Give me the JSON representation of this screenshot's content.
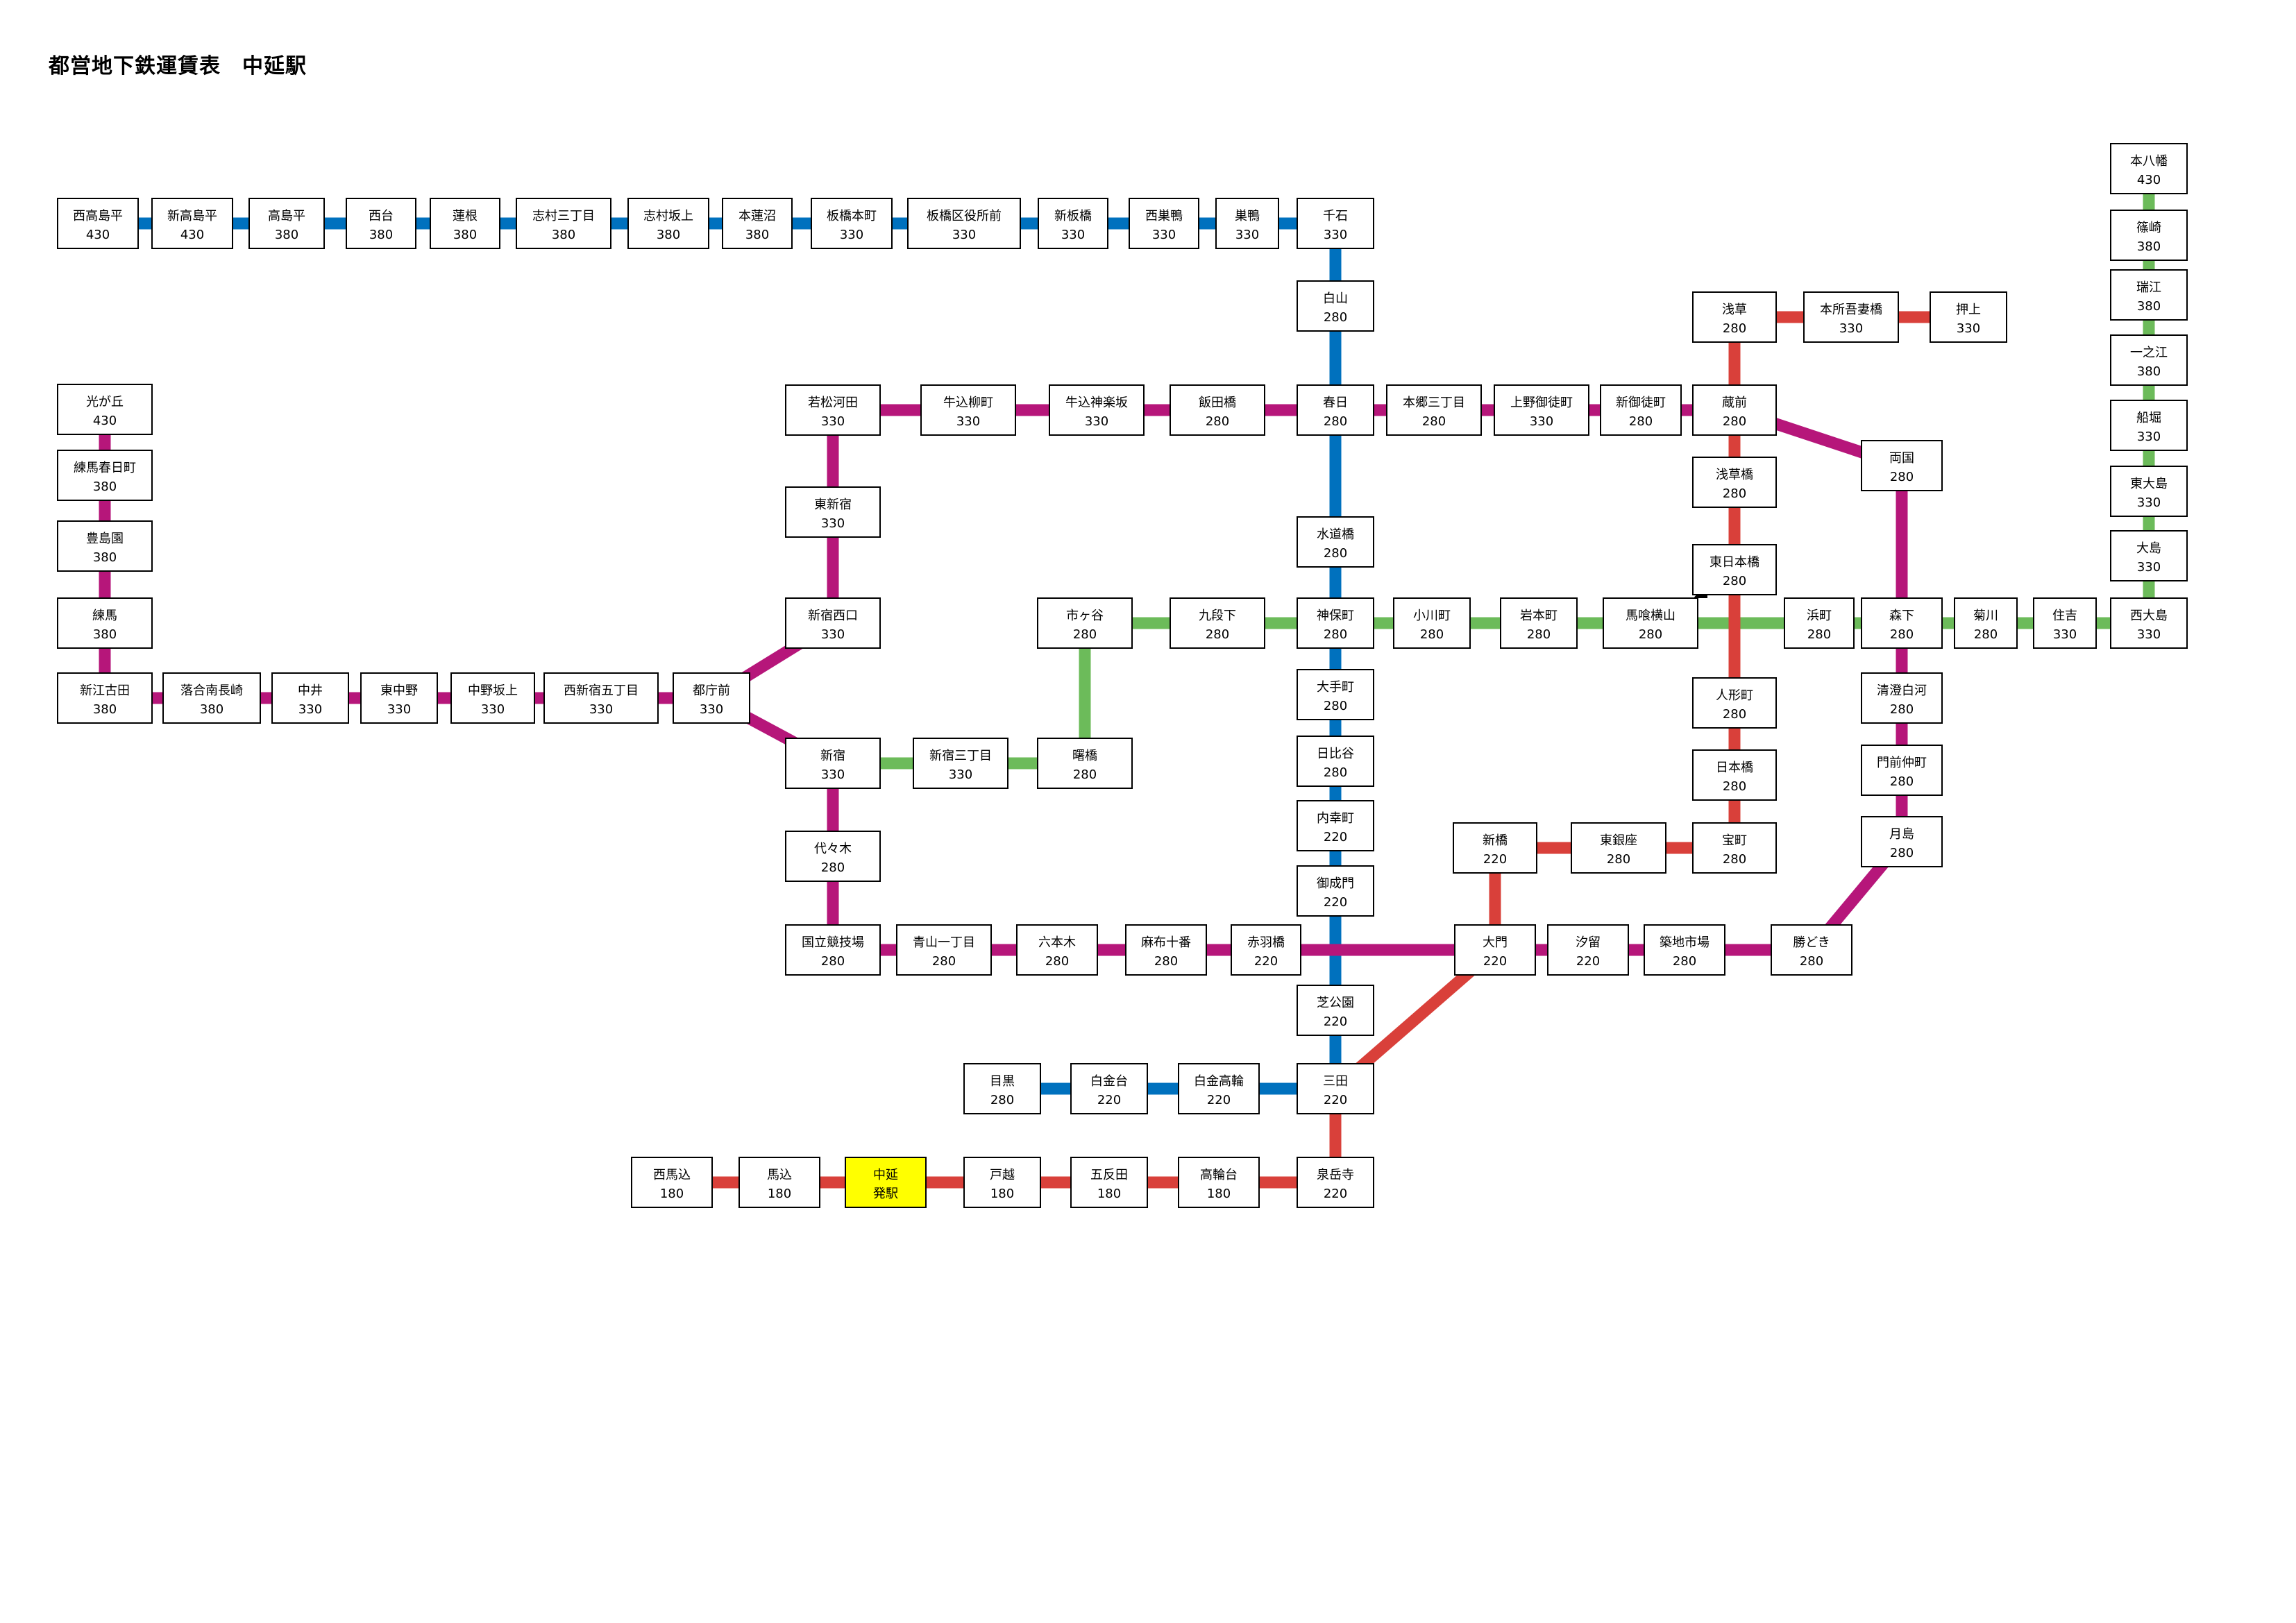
{
  "title": "都営地下鉄運賃表　中延駅",
  "colors": {
    "asakusa": "#d9403a",
    "oedo": "#b6167a",
    "mita": "#0071be",
    "shinjuku": "#6cbb5a",
    "origin": "#ffff00"
  },
  "stations": {
    "nishitakashimadaira": {
      "name": "西高島平",
      "fare": "430"
    },
    "shintakashimadaira": {
      "name": "新高島平",
      "fare": "430"
    },
    "takashimadaira": {
      "name": "高島平",
      "fare": "380"
    },
    "nishidai": {
      "name": "西台",
      "fare": "380"
    },
    "hasune": {
      "name": "蓮根",
      "fare": "380"
    },
    "shimura3": {
      "name": "志村三丁目",
      "fare": "380"
    },
    "shimurasakaue": {
      "name": "志村坂上",
      "fare": "380"
    },
    "motohasunuma": {
      "name": "本蓮沼",
      "fare": "380"
    },
    "itabashihoncho": {
      "name": "板橋本町",
      "fare": "330"
    },
    "itabashikuyakusho": {
      "name": "板橋区役所前",
      "fare": "330"
    },
    "shinitabashi": {
      "name": "新板橋",
      "fare": "330"
    },
    "nishisugamo": {
      "name": "西巣鴨",
      "fare": "330"
    },
    "sugamo": {
      "name": "巣鴨",
      "fare": "330"
    },
    "sengoku": {
      "name": "千石",
      "fare": "330"
    },
    "hakusan": {
      "name": "白山",
      "fare": "280"
    },
    "kasuga": {
      "name": "春日",
      "fare": "280"
    },
    "suidobashi": {
      "name": "水道橋",
      "fare": "280"
    },
    "jimbocho": {
      "name": "神保町",
      "fare": "280"
    },
    "otemachi": {
      "name": "大手町",
      "fare": "280"
    },
    "hibiya": {
      "name": "日比谷",
      "fare": "280"
    },
    "uchisaiwaicho": {
      "name": "内幸町",
      "fare": "220"
    },
    "onarimon": {
      "name": "御成門",
      "fare": "220"
    },
    "shibakoen": {
      "name": "芝公園",
      "fare": "220"
    },
    "mita": {
      "name": "三田",
      "fare": "220"
    },
    "shirokanetakanawa": {
      "name": "白金高輪",
      "fare": "220"
    },
    "shirokanedai": {
      "name": "白金台",
      "fare": "220"
    },
    "meguro": {
      "name": "目黒",
      "fare": "280"
    },
    "hikarigaoka": {
      "name": "光が丘",
      "fare": "430"
    },
    "nerimakasugacho": {
      "name": "練馬春日町",
      "fare": "380"
    },
    "toshimaen": {
      "name": "豊島園",
      "fare": "380"
    },
    "nerima": {
      "name": "練馬",
      "fare": "380"
    },
    "shinegota": {
      "name": "新江古田",
      "fare": "380"
    },
    "ochiaiminaminagasaki": {
      "name": "落合南長崎",
      "fare": "380"
    },
    "nakai": {
      "name": "中井",
      "fare": "330"
    },
    "higashinakano": {
      "name": "東中野",
      "fare": "330"
    },
    "nakanosakaue": {
      "name": "中野坂上",
      "fare": "330"
    },
    "nishishinjuku5": {
      "name": "西新宿五丁目",
      "fare": "330"
    },
    "tochomae": {
      "name": "都庁前",
      "fare": "330"
    },
    "shinjukunishiguchi": {
      "name": "新宿西口",
      "fare": "330"
    },
    "higashishinjuku": {
      "name": "東新宿",
      "fare": "330"
    },
    "wakamatsukawada": {
      "name": "若松河田",
      "fare": "330"
    },
    "ushigomeyanagicho": {
      "name": "牛込柳町",
      "fare": "330"
    },
    "ushigomekagurazaka": {
      "name": "牛込神楽坂",
      "fare": "330"
    },
    "iidabashi": {
      "name": "飯田橋",
      "fare": "280"
    },
    "hongo3": {
      "name": "本郷三丁目",
      "fare": "280"
    },
    "uenookachimachi": {
      "name": "上野御徒町",
      "fare": "330"
    },
    "shinokachimachi": {
      "name": "新御徒町",
      "fare": "280"
    },
    "kuramae": {
      "name": "蔵前",
      "fare": "280"
    },
    "ryogoku": {
      "name": "両国",
      "fare": "280"
    },
    "morishita": {
      "name": "森下",
      "fare": "280"
    },
    "kiyosumishirakawa": {
      "name": "清澄白河",
      "fare": "280"
    },
    "monzennakacho": {
      "name": "門前仲町",
      "fare": "280"
    },
    "tsukishima": {
      "name": "月島",
      "fare": "280"
    },
    "kachidoki": {
      "name": "勝どき",
      "fare": "280"
    },
    "tsukijishijo": {
      "name": "築地市場",
      "fare": "280"
    },
    "shiodome": {
      "name": "汐留",
      "fare": "220"
    },
    "daimon": {
      "name": "大門",
      "fare": "220"
    },
    "akabanebashi": {
      "name": "赤羽橋",
      "fare": "220"
    },
    "azabujuban": {
      "name": "麻布十番",
      "fare": "280"
    },
    "roppongi": {
      "name": "六本木",
      "fare": "280"
    },
    "aoyamaitchome": {
      "name": "青山一丁目",
      "fare": "280"
    },
    "kokuritsukyogijo": {
      "name": "国立競技場",
      "fare": "280"
    },
    "yoyogi": {
      "name": "代々木",
      "fare": "280"
    },
    "shinjuku": {
      "name": "新宿",
      "fare": "330"
    },
    "shinjuku3": {
      "name": "新宿三丁目",
      "fare": "330"
    },
    "akebonobashi": {
      "name": "曙橋",
      "fare": "280"
    },
    "ichigaya": {
      "name": "市ヶ谷",
      "fare": "280"
    },
    "kudanshita": {
      "name": "九段下",
      "fare": "280"
    },
    "ogawamachi": {
      "name": "小川町",
      "fare": "280"
    },
    "iwamotocho": {
      "name": "岩本町",
      "fare": "280"
    },
    "bakuroyokoyama": {
      "name": "馬喰横山",
      "fare": "280"
    },
    "hamacho": {
      "name": "浜町",
      "fare": "280"
    },
    "kikukawa": {
      "name": "菊川",
      "fare": "280"
    },
    "sumiyoshi": {
      "name": "住吉",
      "fare": "330"
    },
    "nishiojima": {
      "name": "西大島",
      "fare": "330"
    },
    "ojima": {
      "name": "大島",
      "fare": "330"
    },
    "higashiojima": {
      "name": "東大島",
      "fare": "330"
    },
    "funabori": {
      "name": "船堀",
      "fare": "330"
    },
    "ichinoe": {
      "name": "一之江",
      "fare": "380"
    },
    "mizue": {
      "name": "瑞江",
      "fare": "380"
    },
    "shinozaki": {
      "name": "篠崎",
      "fare": "380"
    },
    "motoyawata": {
      "name": "本八幡",
      "fare": "430"
    },
    "asakusa": {
      "name": "浅草",
      "fare": "280"
    },
    "honjoazumabashi": {
      "name": "本所吾妻橋",
      "fare": "330"
    },
    "oshiage": {
      "name": "押上",
      "fare": "330"
    },
    "asakusabashi": {
      "name": "浅草橋",
      "fare": "280"
    },
    "higashinihombashi": {
      "name": "東日本橋",
      "fare": "280"
    },
    "ningyocho": {
      "name": "人形町",
      "fare": "280"
    },
    "nihombashi": {
      "name": "日本橋",
      "fare": "280"
    },
    "takaracho": {
      "name": "宝町",
      "fare": "280"
    },
    "higashiginza": {
      "name": "東銀座",
      "fare": "280"
    },
    "shimbashi": {
      "name": "新橋",
      "fare": "220"
    },
    "sengakuji": {
      "name": "泉岳寺",
      "fare": "220"
    },
    "takanawadai": {
      "name": "高輪台",
      "fare": "180"
    },
    "gotanda": {
      "name": "五反田",
      "fare": "180"
    },
    "togoshi": {
      "name": "戸越",
      "fare": "180"
    },
    "nakanobu": {
      "name": "中延",
      "fare": "発駅"
    },
    "magome": {
      "name": "馬込",
      "fare": "180"
    },
    "nishimagome": {
      "name": "西馬込",
      "fare": "180"
    }
  }
}
